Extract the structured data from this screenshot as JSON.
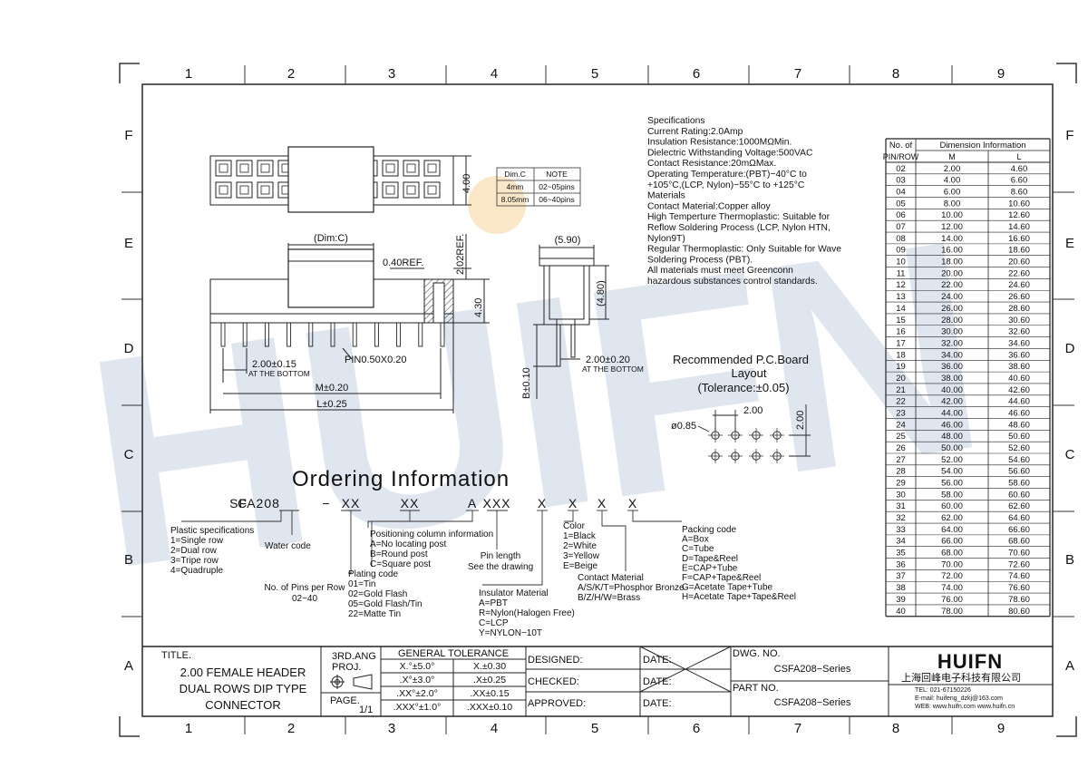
{
  "watermark": "HUIFN",
  "zones": {
    "columns": [
      "1",
      "2",
      "3",
      "4",
      "5",
      "6",
      "7",
      "8",
      "9"
    ],
    "rows": [
      "F",
      "E",
      "D",
      "C",
      "B",
      "A"
    ]
  },
  "specifications": {
    "lines": [
      "Specifications",
      "Current Rating:2.0Amp",
      "Insulation Resistance:1000MΩMin.",
      "Dielectric Withstanding Voltage:500VAC",
      "Contact Resistance:20mΩMax.",
      "Operating Temperature:(PBT)−40°C to",
      "+105°C,(LCP, Nylon)−55°C to +125°C",
      "Materials",
      "Contact Material:Copper alloy",
      "High Temperture Thermoplastic: Suitable for",
      "Reflow Soldering Process (LCP, Nylon HTN,",
      "Nylon9T)",
      "Regular Thermoplastic: Only Suitable for Wave",
      "Soldering Process (PBT).",
      "All materials must meet Greenconn",
      "hazardous substances control standards."
    ]
  },
  "dim_table": {
    "header_pin_1": "No. of",
    "header_pin_2": "PIN/ROW",
    "header_dim": "Dimension Information",
    "col_m": "M",
    "col_l": "L",
    "rows": [
      [
        "02",
        "2.00",
        "4.60"
      ],
      [
        "03",
        "4.00",
        "6.60"
      ],
      [
        "04",
        "6.00",
        "8.60"
      ],
      [
        "05",
        "8.00",
        "10.60"
      ],
      [
        "06",
        "10.00",
        "12.60"
      ],
      [
        "07",
        "12.00",
        "14.60"
      ],
      [
        "08",
        "14.00",
        "16.60"
      ],
      [
        "09",
        "16.00",
        "18.60"
      ],
      [
        "10",
        "18.00",
        "20.60"
      ],
      [
        "11",
        "20.00",
        "22.60"
      ],
      [
        "12",
        "22.00",
        "24.60"
      ],
      [
        "13",
        "24.00",
        "26.60"
      ],
      [
        "14",
        "26.00",
        "28.60"
      ],
      [
        "15",
        "28.00",
        "30.60"
      ],
      [
        "16",
        "30.00",
        "32.60"
      ],
      [
        "17",
        "32.00",
        "34.60"
      ],
      [
        "18",
        "34.00",
        "36.60"
      ],
      [
        "19",
        "36.00",
        "38.60"
      ],
      [
        "20",
        "38.00",
        "40.60"
      ],
      [
        "21",
        "40.00",
        "42.60"
      ],
      [
        "22",
        "42.00",
        "44.60"
      ],
      [
        "23",
        "44.00",
        "46.60"
      ],
      [
        "24",
        "46.00",
        "48.60"
      ],
      [
        "25",
        "48.00",
        "50.60"
      ],
      [
        "26",
        "50.00",
        "52.60"
      ],
      [
        "27",
        "52.00",
        "54.60"
      ],
      [
        "28",
        "54.00",
        "56.60"
      ],
      [
        "29",
        "56.00",
        "58.60"
      ],
      [
        "30",
        "58.00",
        "60.60"
      ],
      [
        "31",
        "60.00",
        "62.60"
      ],
      [
        "32",
        "62.00",
        "64.60"
      ],
      [
        "33",
        "64.00",
        "66.60"
      ],
      [
        "34",
        "66.00",
        "68.60"
      ],
      [
        "35",
        "68.00",
        "70.60"
      ],
      [
        "36",
        "70.00",
        "72.60"
      ],
      [
        "37",
        "72.00",
        "74.60"
      ],
      [
        "38",
        "74.00",
        "76.60"
      ],
      [
        "39",
        "76.00",
        "78.60"
      ],
      [
        "40",
        "78.00",
        "80.60"
      ]
    ]
  },
  "dimc_table": {
    "header": [
      "Dim.C",
      "NOTE"
    ],
    "rows": [
      [
        "4mm",
        "02~05pins"
      ],
      [
        "8.05mm",
        "06~40pins"
      ]
    ]
  },
  "dims": {
    "height_top": "4.00",
    "dim_c": "(Dim:C)",
    "ref_040": "0.40REF.",
    "ref_202": "2.02REF.",
    "h_430": "4.30",
    "pitch": "2.00±0.15",
    "at_bottom": "AT THE BOTTOM",
    "pin": "PIN0.50X0.20",
    "m": "M±0.20",
    "l": "L±0.25",
    "w_590": "(5.90)",
    "h_480": "(4.80)",
    "pitch_side": "2.00±0.20",
    "at_bottom_side": "AT THE BOTTOM",
    "b": "B±0.10"
  },
  "pcb": {
    "title_1": "Recommended P.C.Board",
    "title_2": "Layout",
    "tolerance": "(Tolerance:±0.05)",
    "hole": "ø0.85",
    "pitch_x": "2.00",
    "pitch_y": "2.00"
  },
  "ordering": {
    "title": "Ordering Information",
    "code": [
      "C",
      "SFA208",
      "−",
      "XX",
      "XX",
      "A",
      "XXX",
      "X",
      "X",
      "X",
      "X"
    ],
    "plastic": [
      "Plastic specifications",
      "1=Single row",
      "2=Dual row",
      "3=Tripe row",
      "4=Quadruple"
    ],
    "water": "Water code",
    "pins": [
      "No. of Pins per Row",
      "02~40"
    ],
    "plating": [
      "Plating code",
      "01=Tin",
      "02=Gold Flash",
      "05=Gold Flash/Tin",
      "22=Matte Tin"
    ],
    "positioning": [
      "Positioning column information",
      "A=No locating post",
      "B=Round post",
      "C=Square post"
    ],
    "pinlen": [
      "Pin length",
      "See the drawing"
    ],
    "insulator": [
      "Insulator Material",
      "A=PBT",
      "R=Nylon(Halogen Free)",
      "C=LCP",
      "Y=NYLON−10T"
    ],
    "color": [
      "Color",
      "1=Black",
      "2=White",
      "3=Yellow",
      "E=Beige"
    ],
    "contact": [
      "Contact Material",
      "A/S/K/T=Phosphor Bronze",
      "B/Z/H/W=Brass"
    ],
    "packing": [
      "Packing code",
      "A=Box",
      "C=Tube",
      "D=Tape&Reel",
      "E=CAP+Tube",
      "F=CAP+Tape&Reel",
      "G=Acetate Tape+Tube",
      "H=Acetate Tape+Tape&Reel"
    ]
  },
  "title_block": {
    "title_label": "TITLE.",
    "title_lines": [
      "2.00 FEMALE HEADER",
      "DUAL ROWS DIP TYPE",
      "CONNECTOR"
    ],
    "proj_1": "3RD.ANG",
    "proj_2": "PROJ.",
    "page_label": "PAGE.",
    "page_value": "1/1",
    "tol_header": "GENERAL TOLERANCE",
    "tol_rows": [
      [
        "X.°±5.0°",
        "X.±0.30"
      ],
      [
        ".X°±3.0°",
        ".X±0.25"
      ],
      [
        ".XX°±2.0°",
        ".XX±0.15"
      ],
      [
        ".XXX°±1.0°",
        ".XXX±0.10"
      ]
    ],
    "designed": "DESIGNED:",
    "checked": "CHECKED:",
    "approved": "APPROVED:",
    "date": "DATE:",
    "dwg_label": "DWG. NO.",
    "dwg_value": "CSFA208−Series",
    "part_label": "PART NO.",
    "part_value": "CSFA208−Series",
    "logo": "HUIFN",
    "company": "上海回峰电子科技有限公司",
    "tel": "TEL: 021-67150226",
    "email": "E-mail: huifeng_dzkj@163.com",
    "web": "WEB: www.huifn.com  www.huifn.cn"
  }
}
